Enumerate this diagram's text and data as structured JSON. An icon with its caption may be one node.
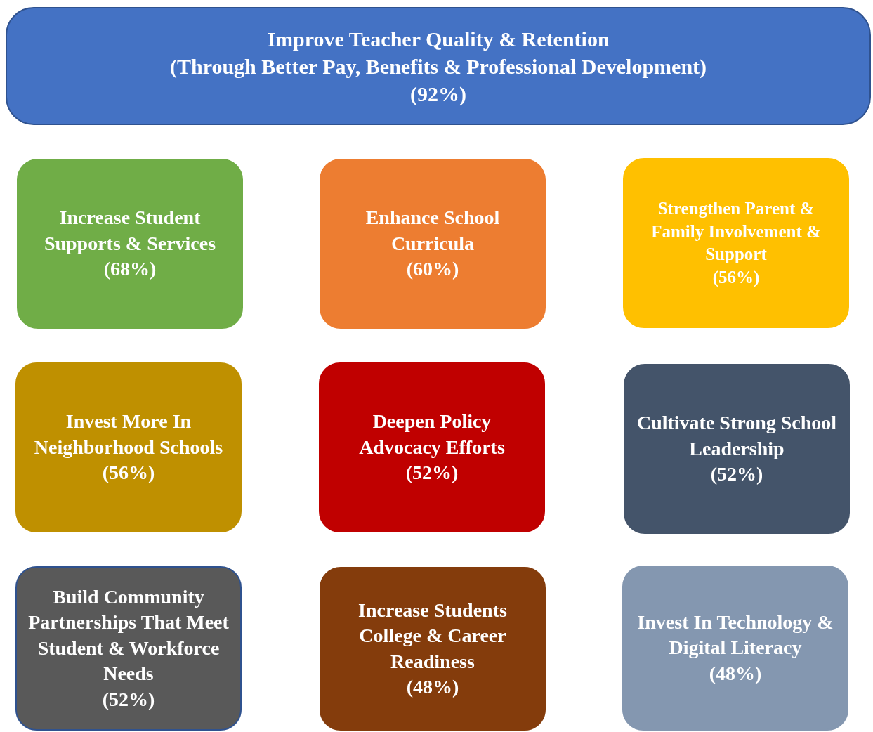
{
  "diagram": {
    "nodes": [
      {
        "text": [
          "Improve Teacher Quality & Retention",
          "(Through Better Pay, Benefits & Professional Development)",
          "(92%)"
        ]
      },
      {
        "text": [
          "Increase Student Supports & Services",
          "(68%)"
        ]
      },
      {
        "text": [
          "Enhance School Curricula",
          "(60%)"
        ]
      },
      {
        "text": [
          "Strengthen Parent & Family Involvement & Support",
          "(56%)"
        ]
      },
      {
        "text": [
          "Invest More In Neighborhood Schools",
          "(56%)"
        ]
      },
      {
        "text": [
          "Deepen Policy Advocacy Efforts",
          "(52%)"
        ]
      },
      {
        "text": [
          "Cultivate Strong School Leadership",
          "(52%)"
        ]
      },
      {
        "text": [
          "Build Community Partnerships That Meet Student & Workforce Needs",
          "(52%)"
        ]
      },
      {
        "text": [
          "Increase Students College & Career Readiness",
          "(48%)"
        ]
      },
      {
        "text": [
          "Invest In Technology & Digital Literacy",
          "(48%)"
        ]
      }
    ]
  }
}
